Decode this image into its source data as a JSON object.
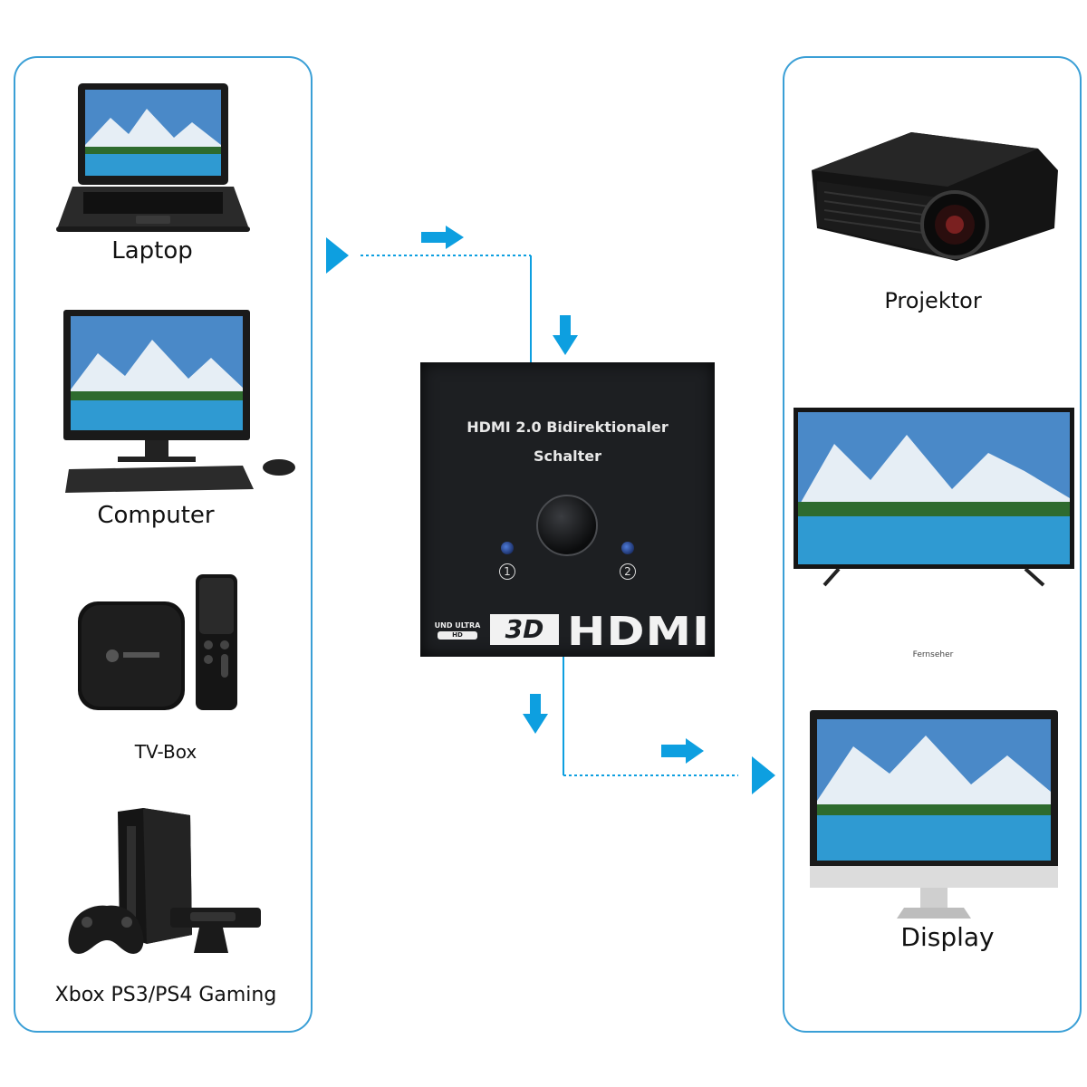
{
  "colors": {
    "accent": "#0d9fe0",
    "panel_border": "#3a9fd6",
    "switch_body": "#1d1f22"
  },
  "sources": [
    {
      "label": "Laptop",
      "icon": "laptop-icon"
    },
    {
      "label": "Computer",
      "icon": "computer-icon"
    },
    {
      "label": "TV-Box",
      "icon": "tv-box-icon"
    },
    {
      "label": "Xbox PS3/PS4 Gaming",
      "icon": "game-console-icon"
    }
  ],
  "outputs": [
    {
      "label": "Projektor",
      "icon": "projector-icon"
    },
    {
      "label": "Fernseher",
      "icon": "television-icon"
    },
    {
      "label": "Display",
      "icon": "monitor-icon"
    }
  ],
  "switch": {
    "title_line1": "HDMI 2.0 Bidirektionaler",
    "title_line2": "Schalter",
    "port1": "1",
    "port2": "2",
    "badge_uu": "UND ULTRA",
    "badge_hd": "HD",
    "badge_3d": "3D",
    "badge_hdmi": "HDMI"
  }
}
